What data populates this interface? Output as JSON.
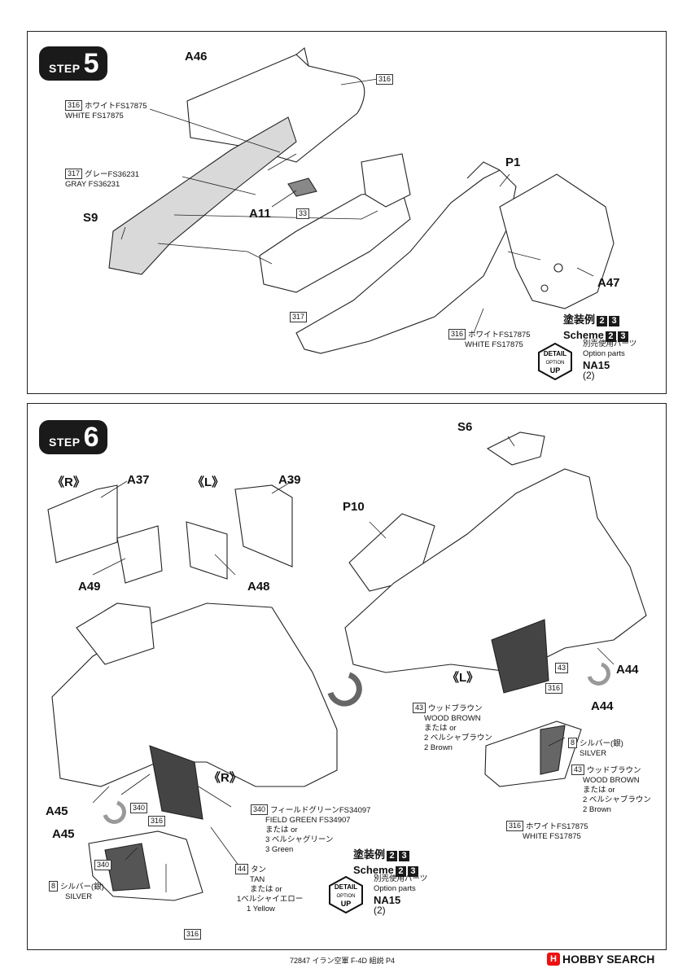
{
  "step5": {
    "step_word": "STEP",
    "step_num": "5",
    "parts": {
      "a46": "A46",
      "p1": "P1",
      "s9": "S9",
      "a11": "A11",
      "a47": "A47"
    },
    "codes": {
      "c316_top": "316",
      "c33": "33",
      "c317": "317",
      "c316_bottom": "316"
    },
    "notes": {
      "white_code": "316",
      "white_jp": "ホワイトFS17875",
      "white_en": "WHITE FS17875",
      "gray_code": "317",
      "gray_jp": "グレーFS36231",
      "gray_en": "GRAY FS36231",
      "white2_code": "316",
      "white2_jp": "ホワイトFS17875",
      "white2_en": "WHITE FS17875"
    },
    "scheme": {
      "jp": "塗装例",
      "en": "Scheme",
      "n1": "2",
      "n2": "3"
    },
    "option": {
      "badge_top": "DETAIL",
      "badge_mid": "OPTION",
      "badge_bot": "UP",
      "jp": "別売使用パーツ",
      "en": "Option parts",
      "code": "NA15",
      "qty": "(2)"
    }
  },
  "step6": {
    "step_word": "STEP",
    "step_num": "6",
    "parts": {
      "a37": "A37",
      "a39": "A39",
      "a49": "A49",
      "a48": "A48",
      "s6": "S6",
      "p10": "P10",
      "a44": "A44",
      "a44b": "A44",
      "a45": "A45",
      "a45b": "A45"
    },
    "sides": {
      "r_top": "《R》",
      "l_top": "《L》",
      "l_mid": "《L》",
      "r_mid": "《R》"
    },
    "codes": {
      "c43": "43",
      "c316_a": "316",
      "c340": "340",
      "c316_b": "316",
      "c340b": "340",
      "c316_c": "316"
    },
    "notes": {
      "wood_code": "43",
      "wood_jp": "ウッドブラウン",
      "wood_en": "WOOD BROWN",
      "wood_or": "または or",
      "wood_alt_jp": "2 ベルシャブラウン",
      "wood_alt_en": "2 Brown",
      "silver_code": "8",
      "silver_jp": "シルバー(銀)",
      "silver_en": "SILVER",
      "wood2_code": "43",
      "wood2_jp": "ウッドブラウン",
      "wood2_en": "WOOD BROWN",
      "wood2_or": "または or",
      "wood2_alt_jp": "2 ベルシャブラウン",
      "wood2_alt_en": "2 Brown",
      "white_code": "316",
      "white_jp": "ホワイトFS17875",
      "white_en": "WHITE FS17875",
      "green_code": "340",
      "green_jp": "フィールドグリーンFS34097",
      "green_en": "FIELD GREEN FS34907",
      "green_or": "または or",
      "green_alt_jp": "3 ベルシャグリーン",
      "green_alt_en": "3 Green",
      "tan_code": "44",
      "tan_jp": "タン",
      "tan_en": "TAN",
      "tan_or": "または or",
      "tan_alt_jp": "1ベルシャイエロー",
      "tan_alt_en": "1 Yellow",
      "silver2_code": "8",
      "silver2_jp": "シルバー(銀)",
      "silver2_en": "SILVER"
    },
    "scheme": {
      "jp": "塗装例",
      "en": "Scheme",
      "n1": "2",
      "n2": "3"
    },
    "option": {
      "badge_top": "DETAIL",
      "badge_mid": "OPTION",
      "badge_bot": "UP",
      "jp": "別売使用パーツ",
      "en": "Option parts",
      "code": "NA15",
      "qty": "(2)"
    }
  },
  "footer": {
    "text": "72847 イラン空軍 F-4D 組説 P4",
    "watermark": "HOBBY SEARCH",
    "watermark_icon": "H"
  }
}
